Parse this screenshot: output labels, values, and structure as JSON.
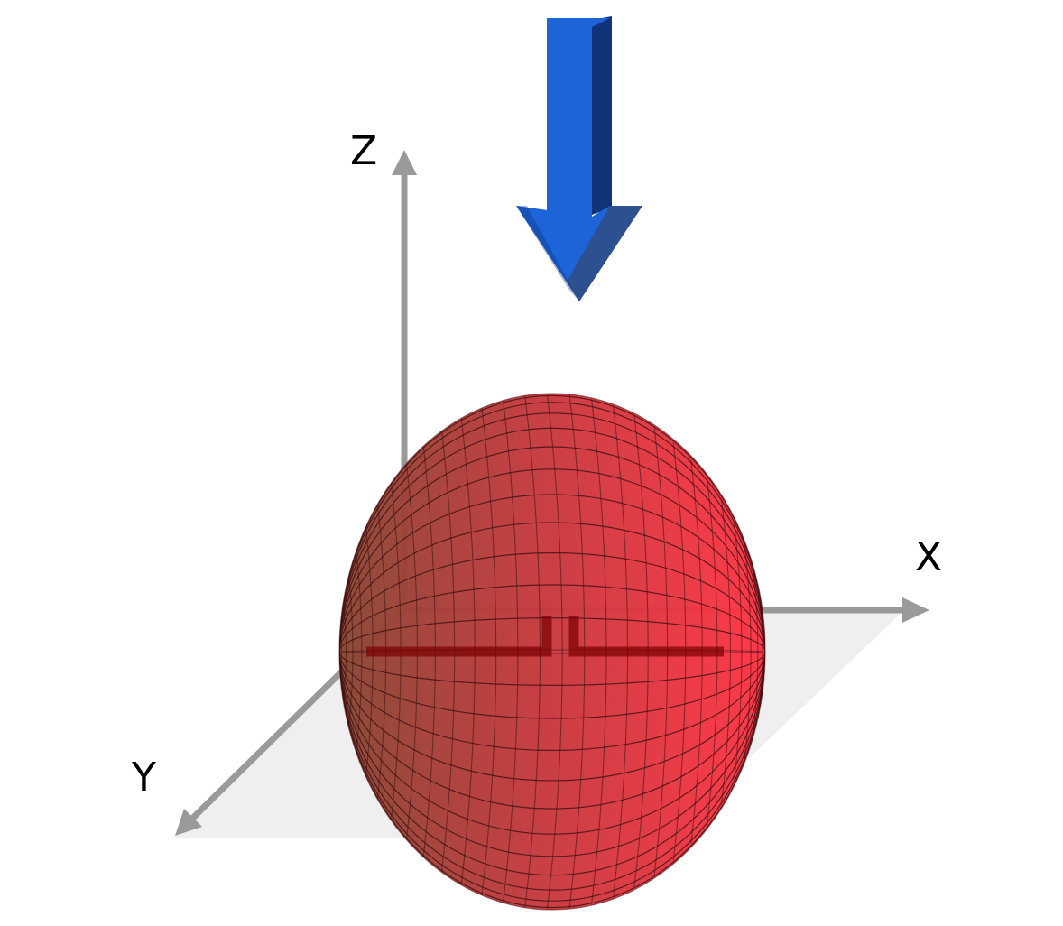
{
  "axes": {
    "x_label": "X",
    "y_label": "Y",
    "z_label": "Z"
  },
  "colors": {
    "axis": "#9a9a9a",
    "ground_plane": "#efefef",
    "sphere_dark": "#8a4a3a",
    "sphere_light": "#ff3444",
    "mesh_line": "#3a1010",
    "arrow_front": "#1c64d8",
    "arrow_side": "#0f3478",
    "antenna_element": "#7a0000"
  }
}
